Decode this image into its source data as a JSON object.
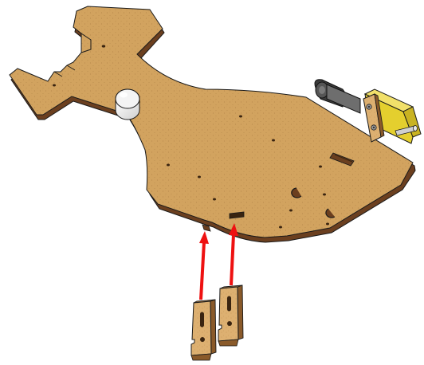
{
  "colors": {
    "background": "#ffffff",
    "board_fill": "#d2a35f",
    "board_fill_light": "#ddb071",
    "board_speckle": "#b98a4c",
    "board_edge": "#6b3f1f",
    "board_outline": "#1a1a1a",
    "arrow": "#ee1111",
    "caster_white": "#f4f4f4",
    "motor_yellow": "#e4cf2e",
    "motor_dark": "#3b3b3b",
    "axle_gray": "#cfcfcf"
  },
  "parts": {
    "base_plate": "chassis-base-plate",
    "caster": "ball-caster",
    "motor": "geared-motor",
    "motor_bracket": "motor-bracket",
    "brackets_to_insert": 2
  },
  "assembly": {
    "arrow_count": 2,
    "arrow_direction": "up"
  }
}
